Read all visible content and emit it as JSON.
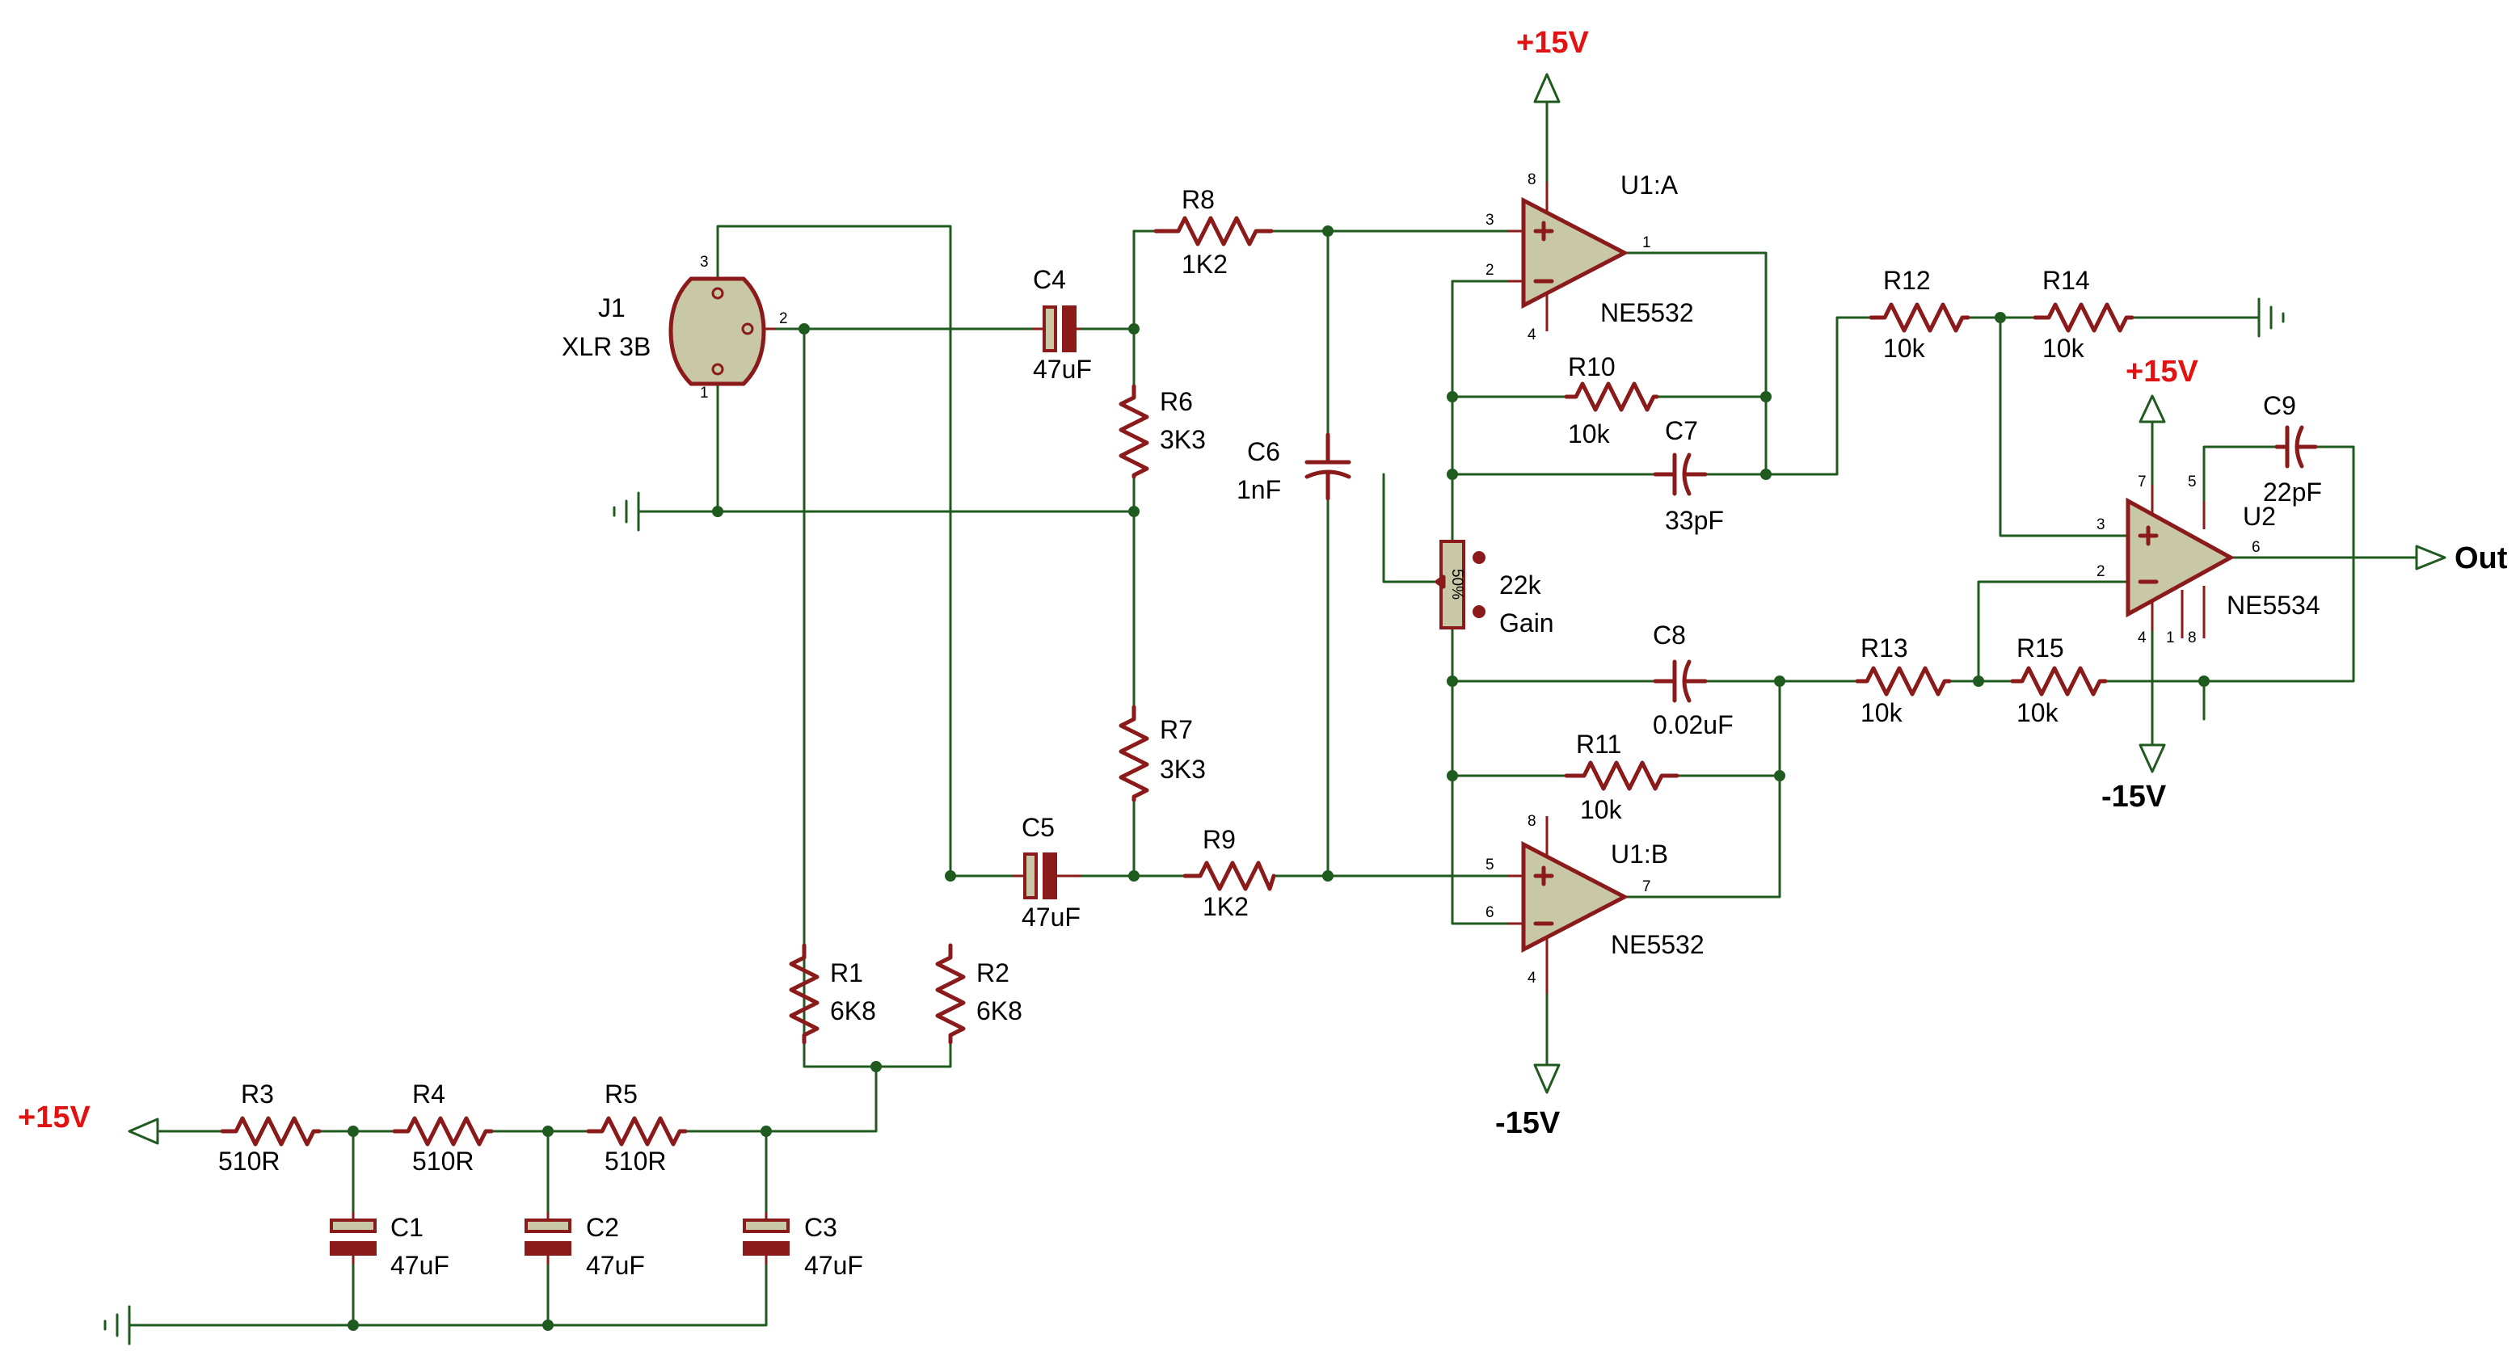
{
  "components": {
    "R1": {
      "ref": "R1",
      "value": "6K8"
    },
    "R2": {
      "ref": "R2",
      "value": "6K8"
    },
    "R3": {
      "ref": "R3",
      "value": "510R"
    },
    "R4": {
      "ref": "R4",
      "value": "510R"
    },
    "R5": {
      "ref": "R5",
      "value": "510R"
    },
    "R6": {
      "ref": "R6",
      "value": "3K3"
    },
    "R7": {
      "ref": "R7",
      "value": "3K3"
    },
    "R8": {
      "ref": "R8",
      "value": "1K2"
    },
    "R9": {
      "ref": "R9",
      "value": "1K2"
    },
    "R10": {
      "ref": "R10",
      "value": "10k"
    },
    "R11": {
      "ref": "R11",
      "value": "10k"
    },
    "R12": {
      "ref": "R12",
      "value": "10k"
    },
    "R13": {
      "ref": "R13",
      "value": "10k"
    },
    "R14": {
      "ref": "R14",
      "value": "10k"
    },
    "R15": {
      "ref": "R15",
      "value": "10k"
    },
    "C1": {
      "ref": "C1",
      "value": "47uF"
    },
    "C2": {
      "ref": "C2",
      "value": "47uF"
    },
    "C3": {
      "ref": "C3",
      "value": "47uF"
    },
    "C4": {
      "ref": "C4",
      "value": "47uF"
    },
    "C5": {
      "ref": "C5",
      "value": "47uF"
    },
    "C6": {
      "ref": "C6",
      "value": "1nF"
    },
    "C7": {
      "ref": "C7",
      "value": "33pF"
    },
    "C8": {
      "ref": "C8",
      "value": "0.02uF"
    },
    "C9": {
      "ref": "C9",
      "value": "22pF"
    },
    "POT": {
      "value": "22k",
      "name": "Gain",
      "body": "50%"
    },
    "J1": {
      "ref": "J1",
      "value": "XLR 3B"
    },
    "U1A": {
      "ref": "U1:A",
      "value": "NE5532"
    },
    "U1B": {
      "ref": "U1:B",
      "value": "NE5532"
    },
    "U2": {
      "ref": "U2",
      "value": "NE5534"
    }
  },
  "power": {
    "pos": "+15V",
    "neg": "-15V"
  },
  "output_label": "Out",
  "pins": {
    "p1": "1",
    "p2": "2",
    "p3": "3",
    "p4": "4",
    "p5": "5",
    "p6": "6",
    "p7": "7",
    "p8": "8",
    "plus": "+",
    "minus": "−"
  },
  "colors": {
    "wire": "#1f5a1f",
    "component": "#8b1a1a",
    "component_fill": "#c8c8a6",
    "supply_label": "#e31212",
    "text": "#000000"
  }
}
